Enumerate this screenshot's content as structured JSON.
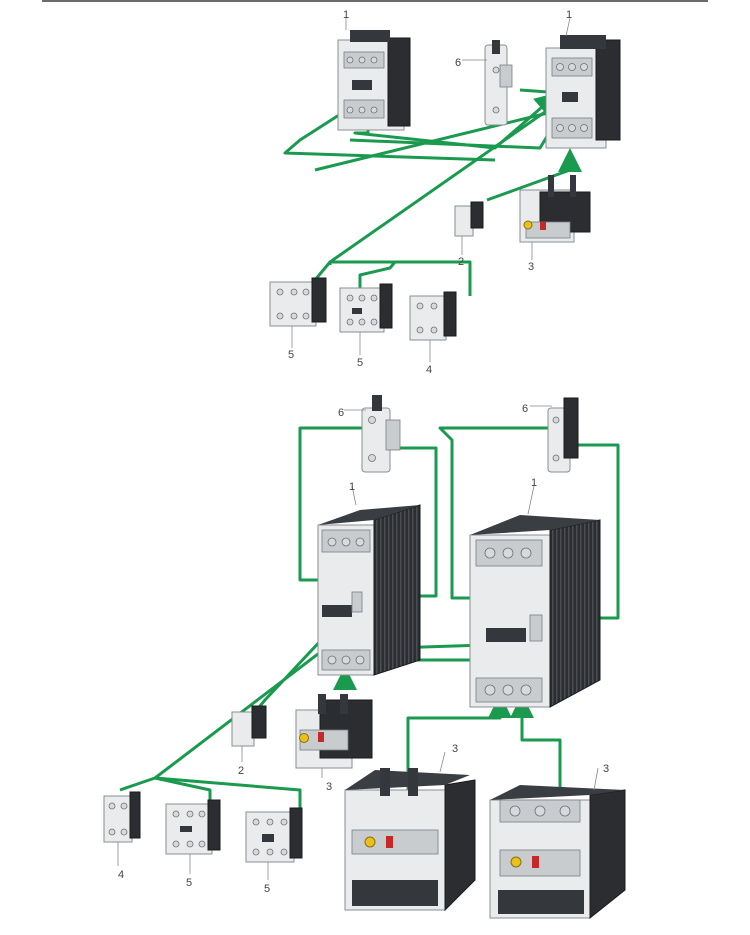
{
  "labels": [
    {
      "id": "top-contactor-small",
      "text": "1"
    },
    {
      "id": "top-contactor-large",
      "text": "1"
    },
    {
      "id": "top-aux-side",
      "text": "6"
    },
    {
      "id": "top-suppressor",
      "text": "2"
    },
    {
      "id": "top-overload",
      "text": "3"
    },
    {
      "id": "top-aux-a",
      "text": "5"
    },
    {
      "id": "top-aux-b",
      "text": "5"
    },
    {
      "id": "top-aux-c",
      "text": "4"
    },
    {
      "id": "bot-aux-side-left",
      "text": "6"
    },
    {
      "id": "bot-aux-side-right",
      "text": "6"
    },
    {
      "id": "bot-contactor-mid",
      "text": "1"
    },
    {
      "id": "bot-contactor-large",
      "text": "1"
    },
    {
      "id": "bot-suppressor",
      "text": "2"
    },
    {
      "id": "bot-overload-small",
      "text": "3"
    },
    {
      "id": "bot-overload-mid",
      "text": "3"
    },
    {
      "id": "bot-overload-large",
      "text": "3"
    },
    {
      "id": "bot-aux-a",
      "text": "4"
    },
    {
      "id": "bot-aux-b",
      "text": "5"
    },
    {
      "id": "bot-aux-c",
      "text": "5"
    }
  ],
  "colors": {
    "connector": "#1a9a4e",
    "housing": "#e9ebec",
    "heatsink": "#2b2d30",
    "label": "#444444"
  }
}
